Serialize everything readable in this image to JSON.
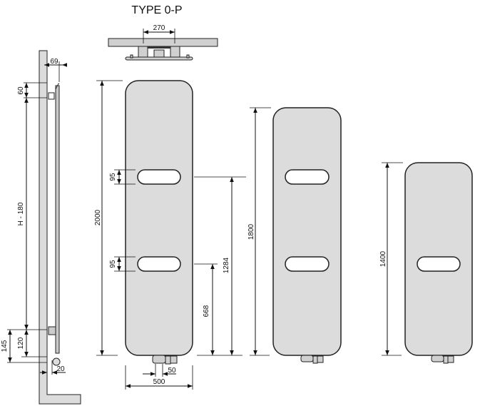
{
  "title": "TYPE 0-P",
  "top_view": {
    "dim_spacing": "270"
  },
  "side_view": {
    "dim_depth": "69",
    "dim_top": "60",
    "dim_center": "H - 180",
    "dim_bottom_120": "120",
    "dim_bottom_145": "145",
    "dim_pipe": "20"
  },
  "panels": [
    {
      "height": "2000",
      "slot_height_1": "95",
      "slot_height_2": "95",
      "slot_pos_1": "1284",
      "slot_pos_2": "668",
      "width": "500",
      "valve_spacing": "50"
    },
    {
      "height": "1800"
    },
    {
      "height": "1400"
    }
  ]
}
